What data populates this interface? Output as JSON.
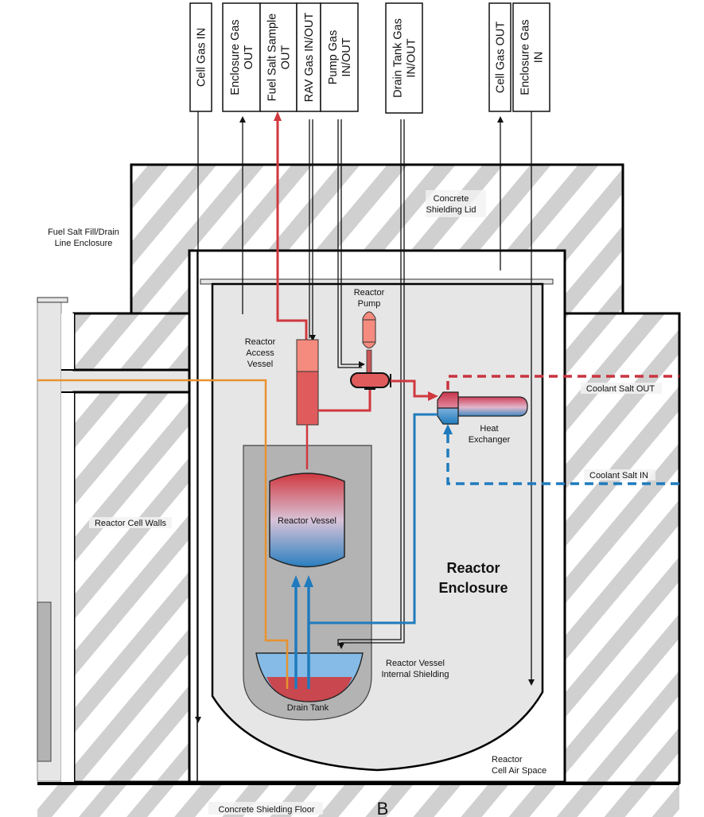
{
  "figure_letter": "B",
  "gas_boxes": [
    {
      "id": "cell-gas-in",
      "lines": [
        "Cell Gas IN"
      ]
    },
    {
      "id": "enclosure-gas-out",
      "lines": [
        "Enclosure Gas",
        "OUT"
      ]
    },
    {
      "id": "fuel-salt-sample-out",
      "lines": [
        "Fuel Salt Sample",
        "OUT"
      ]
    },
    {
      "id": "rav-gas-in-out",
      "lines": [
        "RAV Gas IN/OUT"
      ]
    },
    {
      "id": "pump-gas-in-out",
      "lines": [
        "Pump Gas",
        "IN/OUT"
      ]
    },
    {
      "id": "drain-tank-gas-in-out",
      "lines": [
        "Drain Tank Gas",
        "IN/OUT"
      ]
    },
    {
      "id": "cell-gas-out",
      "lines": [
        "Cell Gas OUT"
      ]
    },
    {
      "id": "enclosure-gas-in",
      "lines": [
        "Enclosure Gas",
        "IN"
      ]
    }
  ],
  "labels": {
    "concrete_lid": [
      "Concrete",
      "Shielding Lid"
    ],
    "fill_drain": [
      "Fuel Salt Fill/Drain",
      "Line Enclosure"
    ],
    "access_vessel": [
      "Reactor",
      "Access",
      "Vessel"
    ],
    "reactor_pump": [
      "Reactor",
      "Pump"
    ],
    "heat_exchanger": [
      "Heat",
      "Exchanger"
    ],
    "coolant_out": "Coolant Salt OUT",
    "coolant_in": "Coolant Salt IN",
    "cell_walls": "Reactor Cell Walls",
    "reactor_vessel": "Reactor Vessel",
    "enclosure": [
      "Reactor",
      "Enclosure"
    ],
    "internal_shielding": [
      "Reactor Vessel",
      "Internal Shielding"
    ],
    "drain_tank": "Drain Tank",
    "air_space": [
      "Reactor",
      "Cell Air Space"
    ],
    "floor": "Concrete Shielding Floor"
  },
  "colors": {
    "hot_salt": "#d0383f",
    "cold_salt": "#1f7bbd",
    "fill_line": "#e8922e",
    "enclosure_fill": "#e6e6e6",
    "shielding_fill": "#b3b3b3",
    "hatch": "#d0d0d0"
  }
}
